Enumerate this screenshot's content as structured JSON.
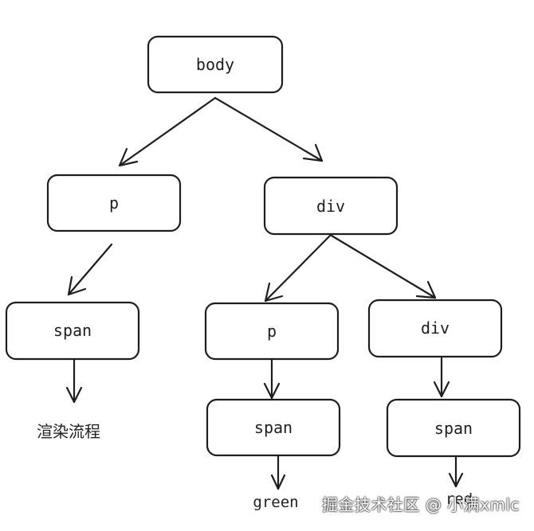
{
  "nodes": {
    "body": "body",
    "p_left": "p",
    "span_left": "span",
    "div_mid": "div",
    "p_mid": "p",
    "div_right": "div",
    "span_mid": "span",
    "span_right": "span"
  },
  "leaves": {
    "green": "green",
    "red": "red"
  },
  "caption": "渲染流程",
  "watermark": "掘金技术社区 @ 小满xmlc"
}
